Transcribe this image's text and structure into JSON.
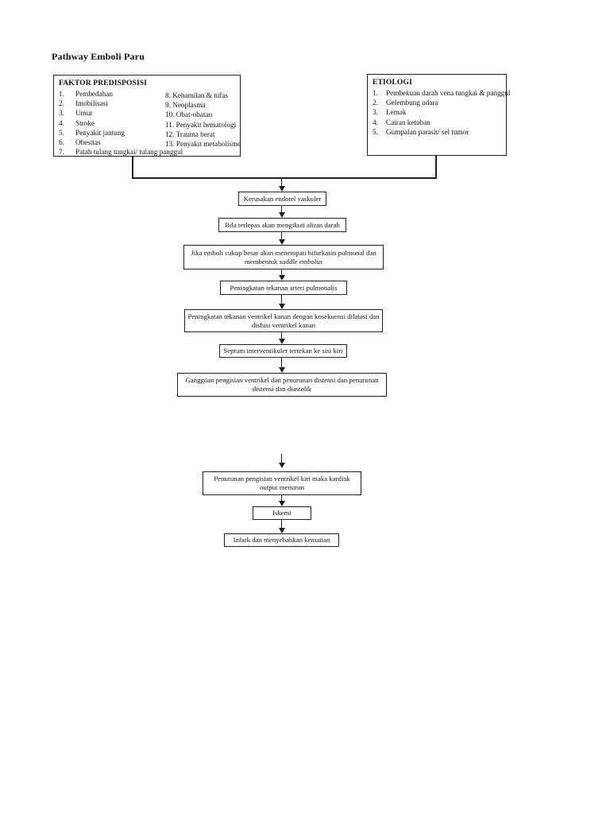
{
  "doc_title": "Pathway Emboli Paru",
  "colors": {
    "text": "#111111",
    "line": "#1f1f1f",
    "background": "#ffffff"
  },
  "predisposisi": {
    "title": "FAKTOR PREDISPOSISI",
    "col1": [
      {
        "num": "1.",
        "text": "Pembedahan"
      },
      {
        "num": "2.",
        "text": "Imobilisasi"
      },
      {
        "num": "3.",
        "text": "Umur"
      },
      {
        "num": "4.",
        "text": "Stroke"
      },
      {
        "num": "5.",
        "text": "Penyakit jantung"
      },
      {
        "num": "6.",
        "text": "Obesitas"
      },
      {
        "num": "7.",
        "text": "Patah tulang tungkai/ tulang panggul"
      }
    ],
    "col2": [
      "8. Kehamilan & nifas",
      "9. Neoplasma",
      "10. Obat-obatan",
      "11. Penyakit hematologi",
      "12. Trauma berat",
      "13. Penyakit metabolisme"
    ]
  },
  "etiologi": {
    "title": "ETIOLOGI",
    "items": [
      {
        "num": "1.",
        "text": "Pembekuan darah vena tungkai & panggul"
      },
      {
        "num": "2.",
        "text": "Gelembung udara"
      },
      {
        "num": "3.",
        "text": "Lemak"
      },
      {
        "num": "4.",
        "text": "Cairan ketuban"
      },
      {
        "num": "5.",
        "text": "Gumpalan parasit/ sel tumor"
      }
    ]
  },
  "flow": {
    "step1": "Kerusakan endotel vaskuler",
    "step2": "Bila terlepas akan mengikuti aliran darah",
    "step3_line1": "Jika emboli cukup besar akan menempati bifurkasio pulmonal dan",
    "step3_line2_prefix": "membentuk ",
    "step3_line2_italic": "saddle embolus",
    "step4": "Peningkatan tekanan arteri pulmonalis",
    "step5_line1": "Peningkatan tekanan ventrikel kanan dengan kosekuensi dilatasi dan",
    "step5_line2": "disfusi ventrikel kanan",
    "step6": "Septum interventikuler tertekan ke sisi kiri",
    "step7_line1": "Gangguan pengisian ventrikel dan penurunan distensi dan penurunan",
    "step7_line2": "distensi dan diastolik",
    "step8_line1": "Penurunan pengisian ventrikel kiri maka kardiak",
    "step8_line2": "output menurun",
    "step9": "Iskemi",
    "step10": "Infark dan menyebabkan kematian"
  }
}
